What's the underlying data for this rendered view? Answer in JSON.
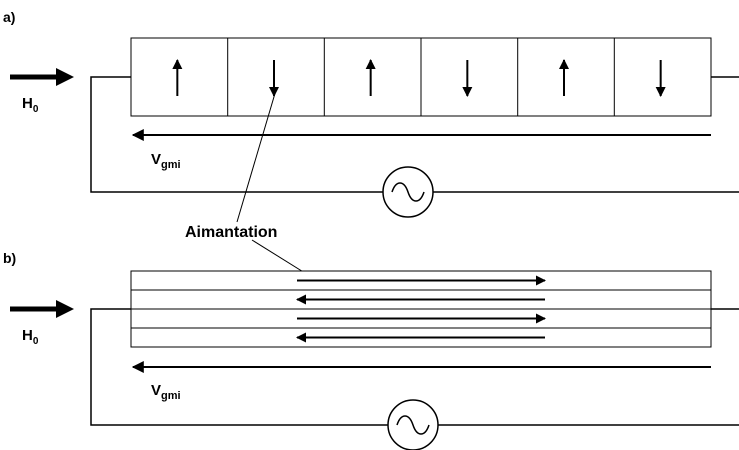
{
  "panel_a": {
    "label": "a)",
    "field_label": "H",
    "field_subscript": "0",
    "voltage_label": "V",
    "voltage_subscript": "gmi",
    "domains": [
      "up",
      "down",
      "up",
      "down",
      "up",
      "down"
    ]
  },
  "panel_b": {
    "label": "b)",
    "field_label": "H",
    "field_subscript": "0",
    "voltage_label": "V",
    "voltage_subscript": "gmi",
    "layers": [
      "right",
      "left",
      "right",
      "left"
    ]
  },
  "annotation": {
    "text": "Aimantation"
  },
  "source_symbol": "ac-source-icon"
}
